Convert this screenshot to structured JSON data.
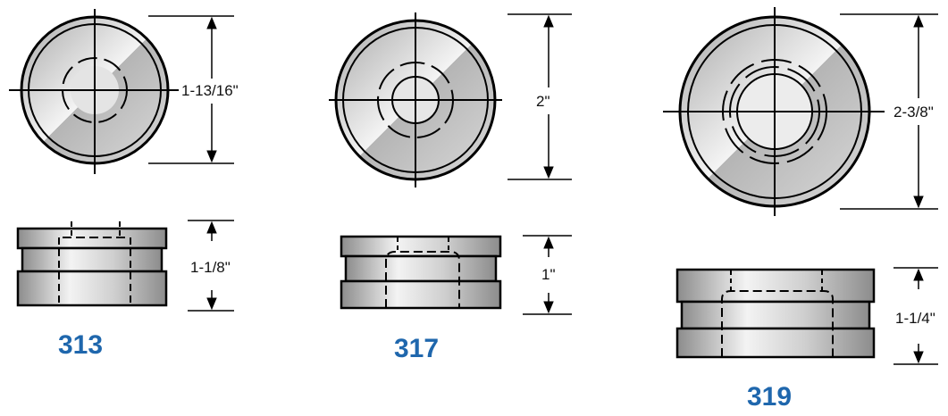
{
  "colors": {
    "line": "#000000",
    "metal_light": "#f2f2f2",
    "metal_mid": "#bdbdbd",
    "metal_dark": "#8a8a8a",
    "part_number": "#1f67ad"
  },
  "parts": [
    {
      "number": "313",
      "diameter_label": "1-13/16\"",
      "height_label": "1-1/8\""
    },
    {
      "number": "317",
      "diameter_label": "2\"",
      "height_label": "1\""
    },
    {
      "number": "319",
      "diameter_label": "2-3/8\"",
      "height_label": "1-1/4\""
    }
  ]
}
